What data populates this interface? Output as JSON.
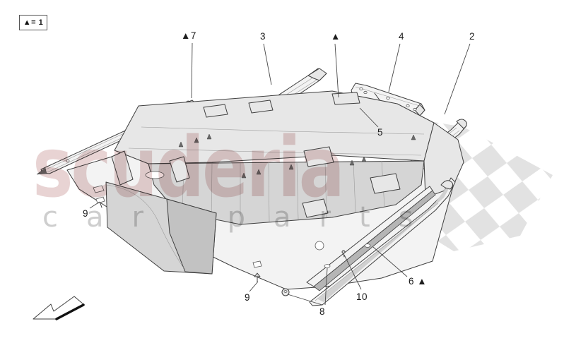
{
  "legend": {
    "text": "▲= 1"
  },
  "callouts": {
    "c7": "▲7",
    "c3": "3",
    "c1": "▲",
    "c4": "4",
    "c2": "2",
    "c5": "5",
    "c9_left": "9",
    "c9_bottom": "9",
    "c8": "8",
    "c10": "10",
    "c6": "6 ▲"
  },
  "watermark": {
    "primary": "scuderia",
    "secondary": "car parts"
  },
  "colors": {
    "line": "#3f3f3f",
    "fill_light": "#f3f3f3",
    "fill_mid": "#e7e7e7",
    "fill_dark": "#d5d5d5",
    "fill_deep": "#c2c2c2",
    "checker": "#e2e2e2",
    "watermark_primary": "#ba7d7d",
    "watermark_secondary": "#9e9e9e"
  }
}
